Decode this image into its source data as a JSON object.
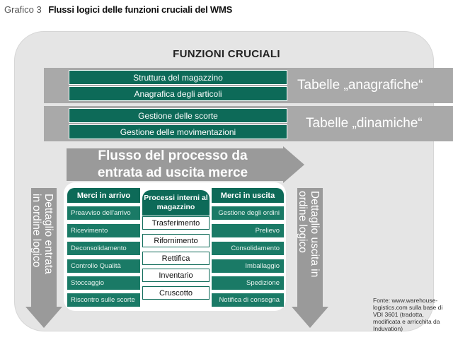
{
  "heading": {
    "label": "Grafico 3",
    "title": "Flussi logici delle funzioni cruciali del WMS"
  },
  "functions_title": "FUNZIONI CRUCIALI",
  "master_tables": {
    "items": [
      "Struttura del magazzino",
      "Anagrafica degli articoli"
    ],
    "label": "Tabelle „anagrafiche“"
  },
  "dynamic_tables": {
    "items": [
      "Gestione delle scorte",
      "Gestione delle movimentazioni"
    ],
    "label": "Tabelle „dinamiche“"
  },
  "process_flow": {
    "line1": "Flusso del processo da",
    "line2": "entrata ad uscita merce"
  },
  "inbound": {
    "title": "Merci in arrivo",
    "items": [
      "Preavviso dell'arrivo",
      "Ricevimento",
      "Deconsolidamento",
      "Controllo Qualità",
      "Stoccaggio",
      "Riscontro sulle scorte"
    ]
  },
  "internal": {
    "title": "Processi interni al magazzino",
    "items": [
      "Trasferimento",
      "Rifornimento",
      "Rettifica",
      "Inventario",
      "Cruscotto"
    ]
  },
  "outbound": {
    "title": "Merci in uscita",
    "items": [
      "Gestione degli ordini",
      "Prelievo",
      "Consolidamento",
      "Imballaggio",
      "Spedizione",
      "Notifica di consegna"
    ]
  },
  "left_arrow": {
    "line1": "Dettaglio entrata",
    "line2": "in ordine logico"
  },
  "right_arrow": {
    "line1": "Dettaglio uscita in",
    "line2": "ordine logico"
  },
  "source": "Fonte: www.warehouse-logistics.com sulla base di VDI 3601 (tradotta, modificata e arricchita da Induvation)",
  "colors": {
    "green": "#0d6a58",
    "gray_band": "#a9a9a9",
    "arrow_gray": "#9a9a9a"
  }
}
